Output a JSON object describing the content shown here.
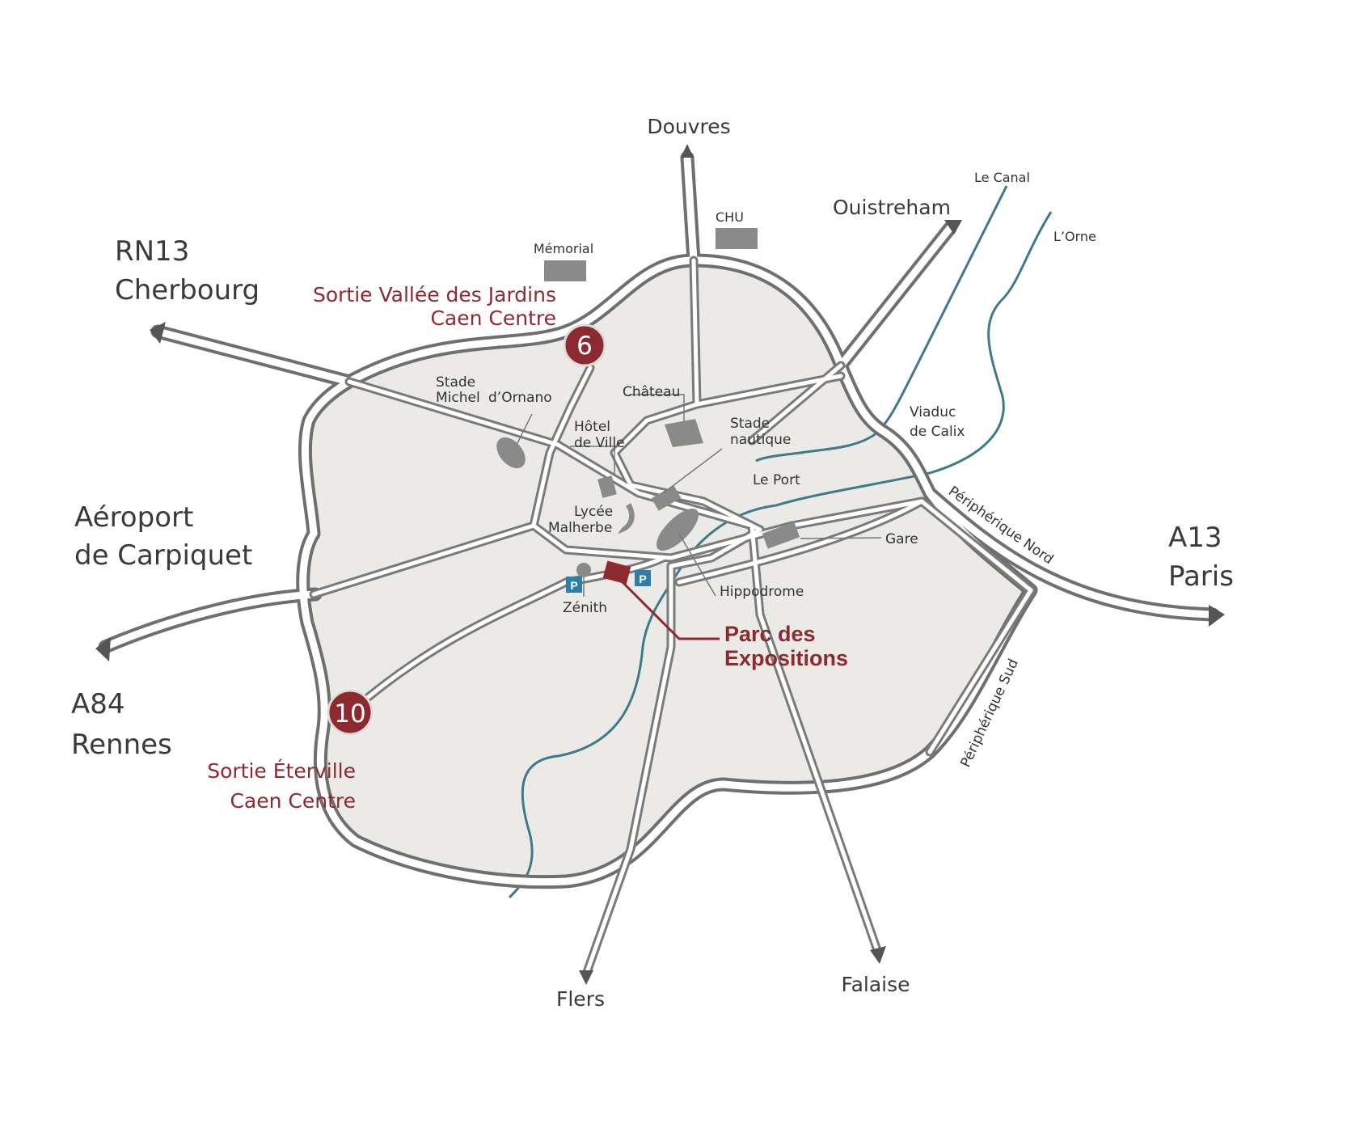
{
  "map": {
    "colors": {
      "accent": "#8c2a2f",
      "city_fill": "#ebeae6",
      "road_border": "#6f6f6f",
      "road_fill": "#ffffff",
      "river": "#3f7a8a",
      "building": "#8a8a8a",
      "parking": "#2e7fa8"
    },
    "destinations": {
      "douvres": "Douvres",
      "ouistreham": "Ouistreham",
      "rn13": "RN13",
      "cherbourg": "Cherbourg",
      "aeroport": "Aéroport",
      "carpiquet": "de Carpiquet",
      "a84": "A84",
      "rennes": "Rennes",
      "a13": "A13",
      "paris": "Paris",
      "flers": "Flers",
      "falaise": "Falaise"
    },
    "exits": {
      "six": {
        "number": "6",
        "line1": "Sortie Vallée des Jardins",
        "line2": "Caen Centre"
      },
      "ten": {
        "number": "10",
        "line1": "Sortie Éterville",
        "line2": "Caen Centre"
      }
    },
    "pois": {
      "memorial": "Mémorial",
      "chu": "CHU",
      "le_canal": "Le Canal",
      "l_orne": "L’Orne",
      "stade": "Stade",
      "michel": "Michel",
      "d_ornano": "d’Ornano",
      "chateau": "Château",
      "hotel": "Hôtel",
      "de_ville": "de Ville",
      "stade2": "Stade",
      "nautique": "nautique",
      "le_port": "Le Port",
      "viaduc": "Viaduc",
      "de_calix": "de Calix",
      "lycee": "Lycée",
      "malherbe": "Malherbe",
      "gare": "Gare",
      "hippodrome": "Hippodrome",
      "zenith": "Zénith",
      "parc_line1": "Parc des",
      "parc_line2": "Expositions",
      "parking": "P"
    },
    "roads": {
      "peripherique_nord": "Périphérique Nord",
      "peripherique_sud": "Périphérique Sud"
    },
    "icons": [
      "arrow-head-icon",
      "parking-icon",
      "building-icon",
      "exit-marker-icon"
    ]
  }
}
